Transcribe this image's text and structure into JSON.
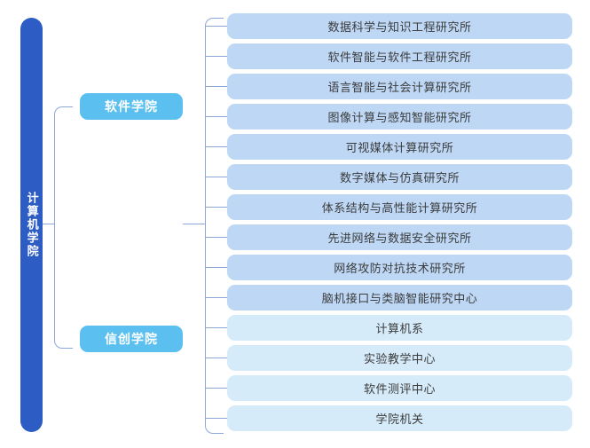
{
  "diagram": {
    "type": "organization-tree",
    "title_visible": false,
    "colors": {
      "root_fill": "#2d5dc4",
      "root_text": "#ffffff",
      "level2_fill": "#5bc0f0",
      "level2_text": "#ffffff",
      "level3_fill_group_a": "#bdd7f5",
      "level3_fill_group_b": "#d6ebfa",
      "level3_text": "#3c3c3c",
      "connector_line": "#8ea7db",
      "background": "#ffffff"
    },
    "root": {
      "label": "计算机学院",
      "orientation": "vertical"
    },
    "level2": [
      {
        "label": "软件学院"
      },
      {
        "label": "信创学院"
      }
    ],
    "level3": [
      {
        "label": "数据科学与知识工程研究所",
        "group": "a"
      },
      {
        "label": "软件智能与软件工程研究所",
        "group": "a"
      },
      {
        "label": "语言智能与社会计算研究所",
        "group": "a"
      },
      {
        "label": "图像计算与感知智能研究所",
        "group": "a"
      },
      {
        "label": "可视媒体计算研究所",
        "group": "a"
      },
      {
        "label": "数字媒体与仿真研究所",
        "group": "a"
      },
      {
        "label": "体系结构与高性能计算研究所",
        "group": "a"
      },
      {
        "label": "先进网络与数据安全研究所",
        "group": "a"
      },
      {
        "label": "网络攻防对抗技术研究所",
        "group": "a"
      },
      {
        "label": "脑机接口与类脑智能研究中心",
        "group": "a"
      },
      {
        "label": "计算机系",
        "group": "b"
      },
      {
        "label": "实验教学中心",
        "group": "b"
      },
      {
        "label": "软件测评中心",
        "group": "b"
      },
      {
        "label": "学院机关",
        "group": "b"
      }
    ]
  }
}
